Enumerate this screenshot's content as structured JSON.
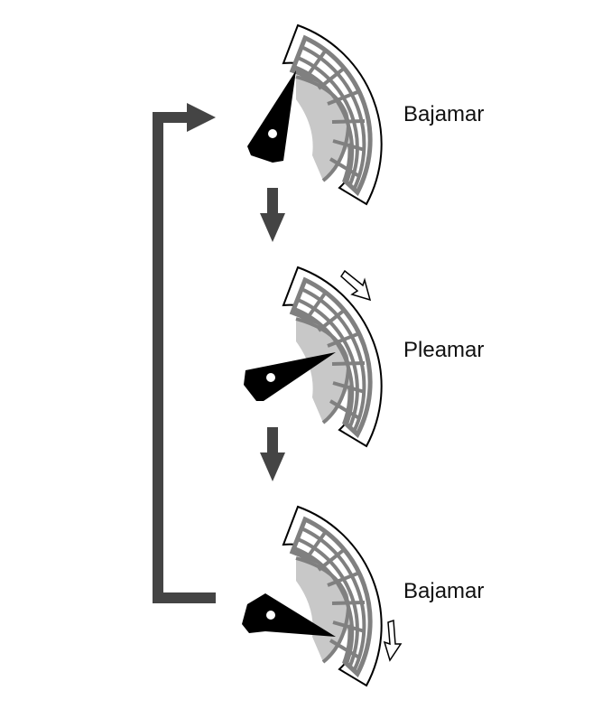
{
  "diagram": {
    "stages": [
      {
        "label": "Bajamar",
        "state": "low-tide",
        "rotation_arrow": "none"
      },
      {
        "label": "Pleamar",
        "state": "high-tide",
        "rotation_arrow": "clockwise-up"
      },
      {
        "label": "Bajamar",
        "state": "low-tide",
        "rotation_arrow": "clockwise-down"
      }
    ],
    "flow_arrows": [
      "down",
      "down"
    ],
    "feedback_arrow": "loop-back-to-top",
    "colors": {
      "arrow": "#444444",
      "pointer": "#000000",
      "grid_fill": "#c8c8c8",
      "grid_line": "#808080",
      "outline": "#000000"
    }
  }
}
